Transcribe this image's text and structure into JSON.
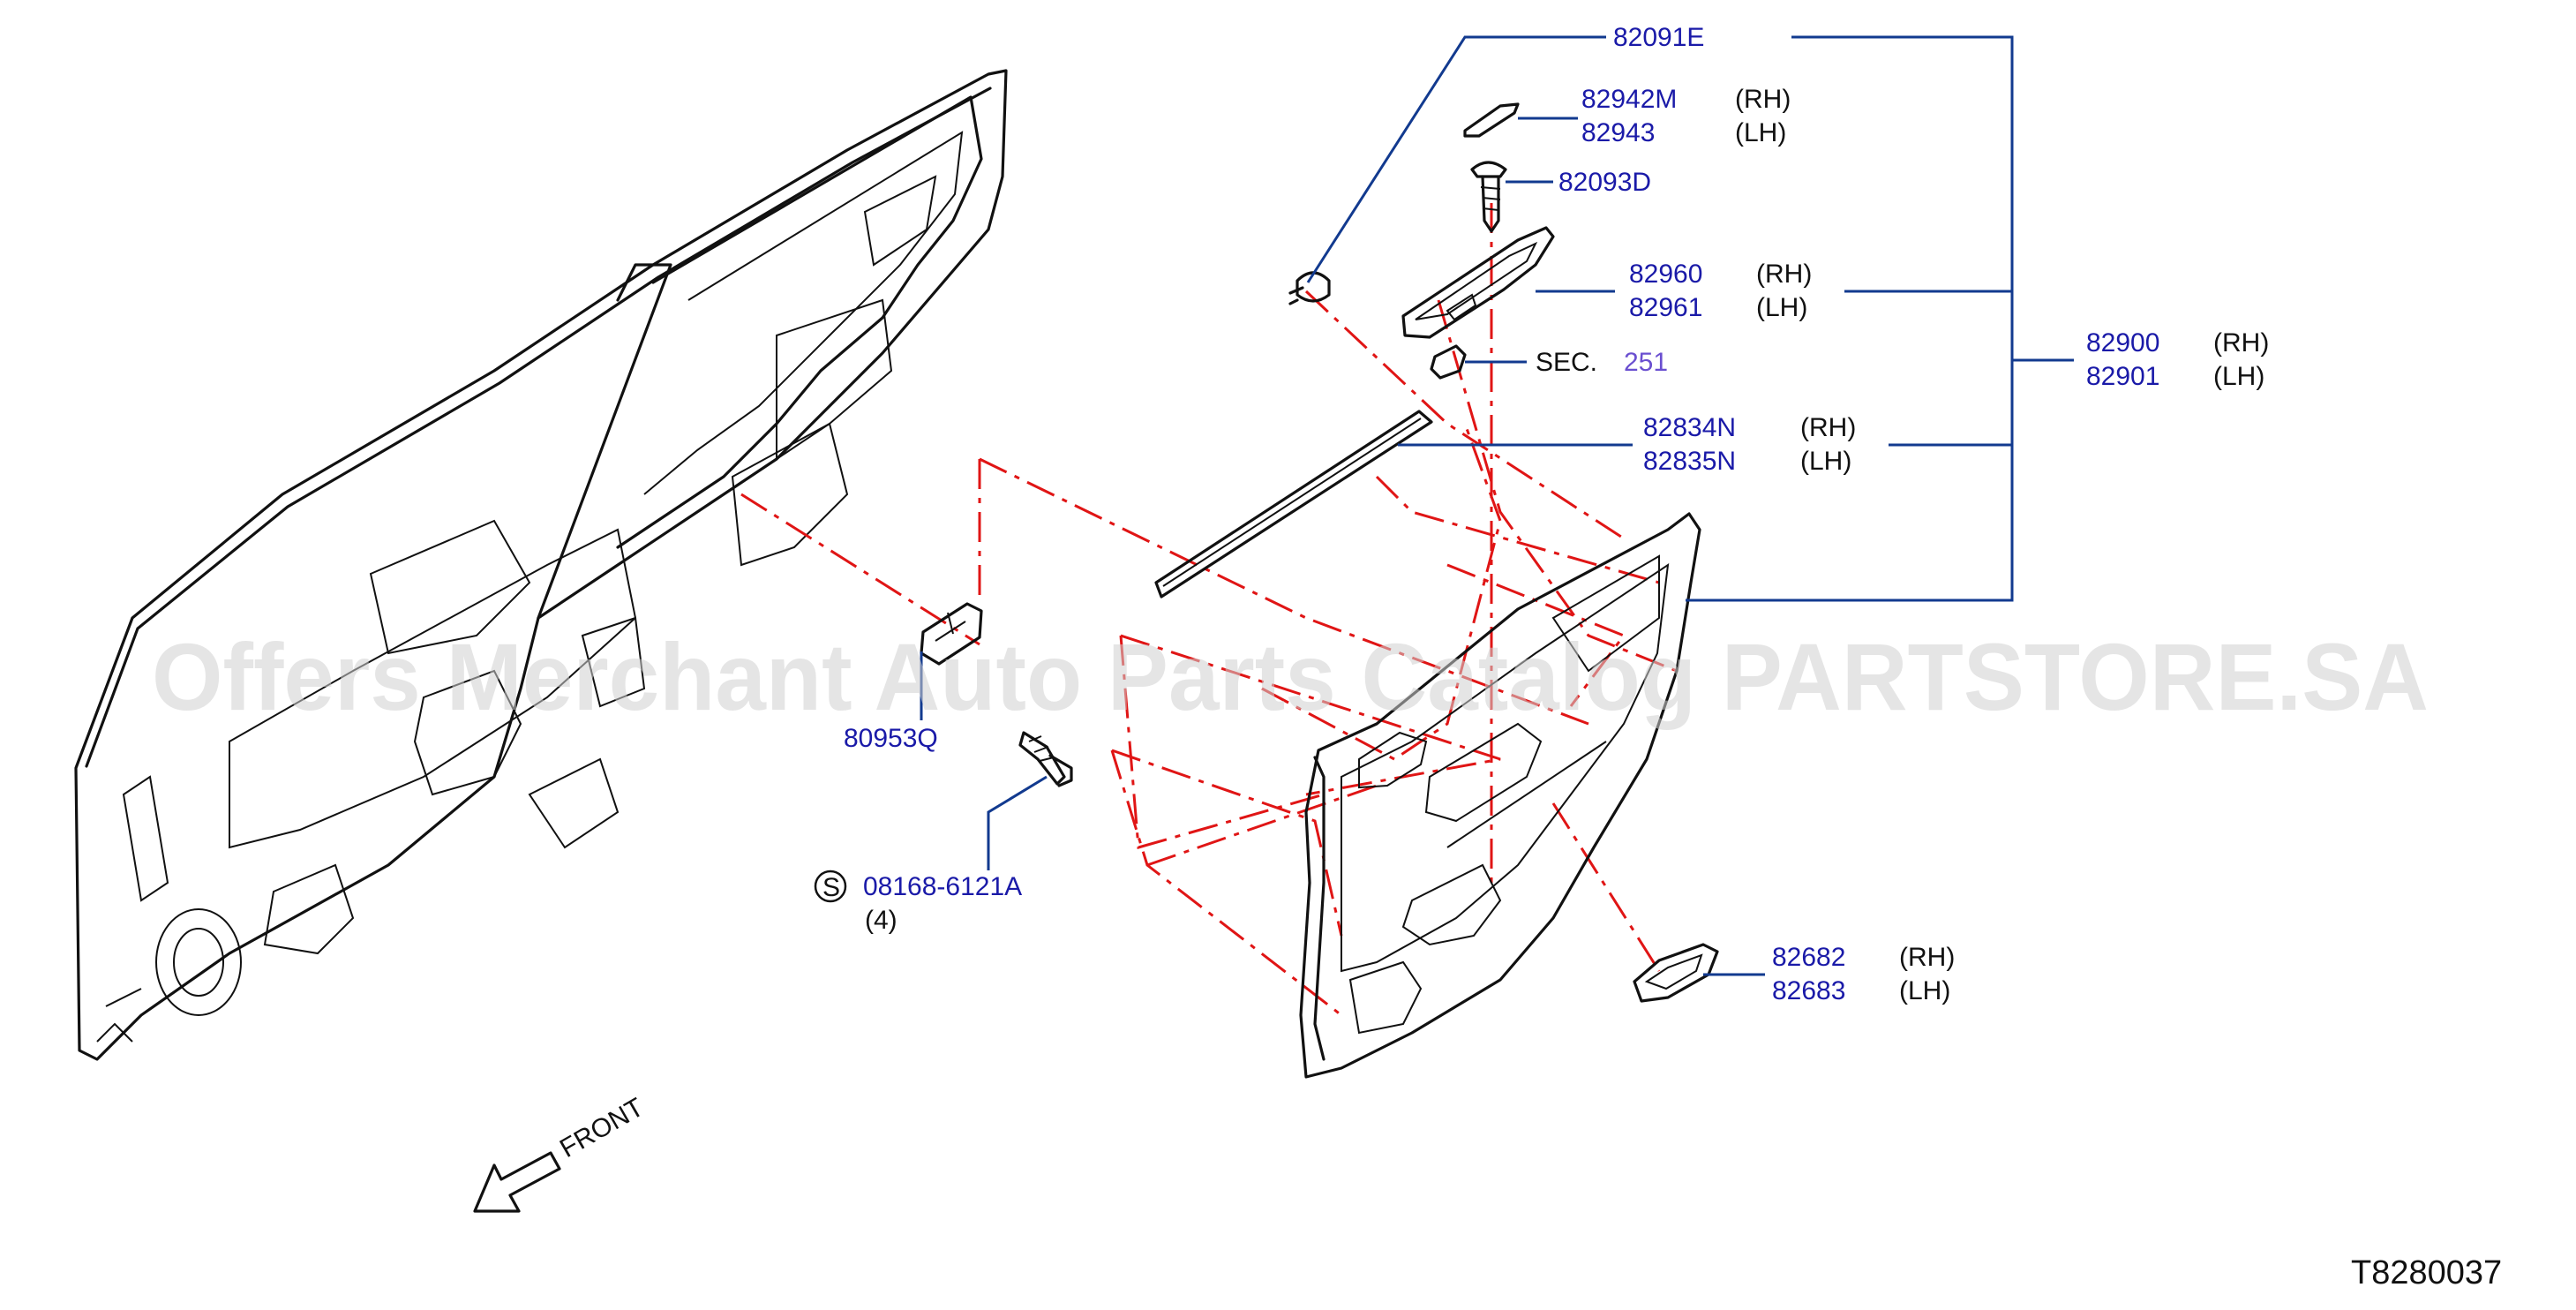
{
  "diagram": {
    "drawing_code": "T8280037",
    "watermark": "Offers Merchant Auto Parts Catalog PARTSTORE.SA",
    "front_label": "FRONT",
    "parts": {
      "p82091E": "82091E",
      "p82942M": "82942M",
      "p82943": "82943",
      "p82093D": "82093D",
      "p82960": "82960",
      "p82961": "82961",
      "sec_prefix": "SEC.",
      "sec_ref": "251",
      "p82900": "82900",
      "p82901": "82901",
      "p82834N": "82834N",
      "p82835N": "82835N",
      "p80953Q": "80953Q",
      "p08168": "08168-6121A",
      "p08168_s": "S",
      "p08168_qty": "(4)",
      "p82682": "82682",
      "p82683": "82683"
    },
    "sides": {
      "rh": "(RH)",
      "lh": "(LH)"
    },
    "colors": {
      "part_number": "#1a1aa8",
      "leader": "#123a8f",
      "dash": "#e01515",
      "sec_ref": "#6a4fd0"
    }
  }
}
